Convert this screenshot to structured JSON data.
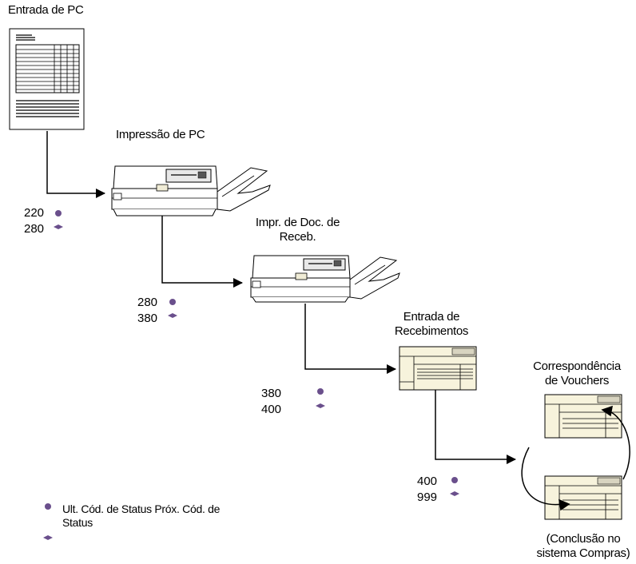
{
  "steps": {
    "po_entry": {
      "title": "Entrada de PC"
    },
    "po_print": {
      "title": "Impressão de PC"
    },
    "receipt_doc_print": {
      "title_line1": "Impr. de Doc. de",
      "title_line2": "Receb."
    },
    "receipts_entry": {
      "title_line1": "Entrada de",
      "title_line2": "Recebimentos"
    },
    "voucher_match": {
      "title_line1": "Correspondência",
      "title_line2": "de Vouchers",
      "note_line1": "(Conclusão no",
      "note_line2": "sistema Compras)"
    }
  },
  "status_codes": [
    {
      "last": "220",
      "next": "280"
    },
    {
      "last": "280",
      "next": "380"
    },
    {
      "last": "380",
      "next": "400"
    },
    {
      "last": "400",
      "next": "999"
    }
  ],
  "legend": {
    "line1": "Ult. Cód. de Status  Próx. Cód. de",
    "line2": "Status"
  },
  "colors": {
    "marker": "#6a4f8c",
    "paper": "#f7f3dc",
    "line": "#000000"
  }
}
